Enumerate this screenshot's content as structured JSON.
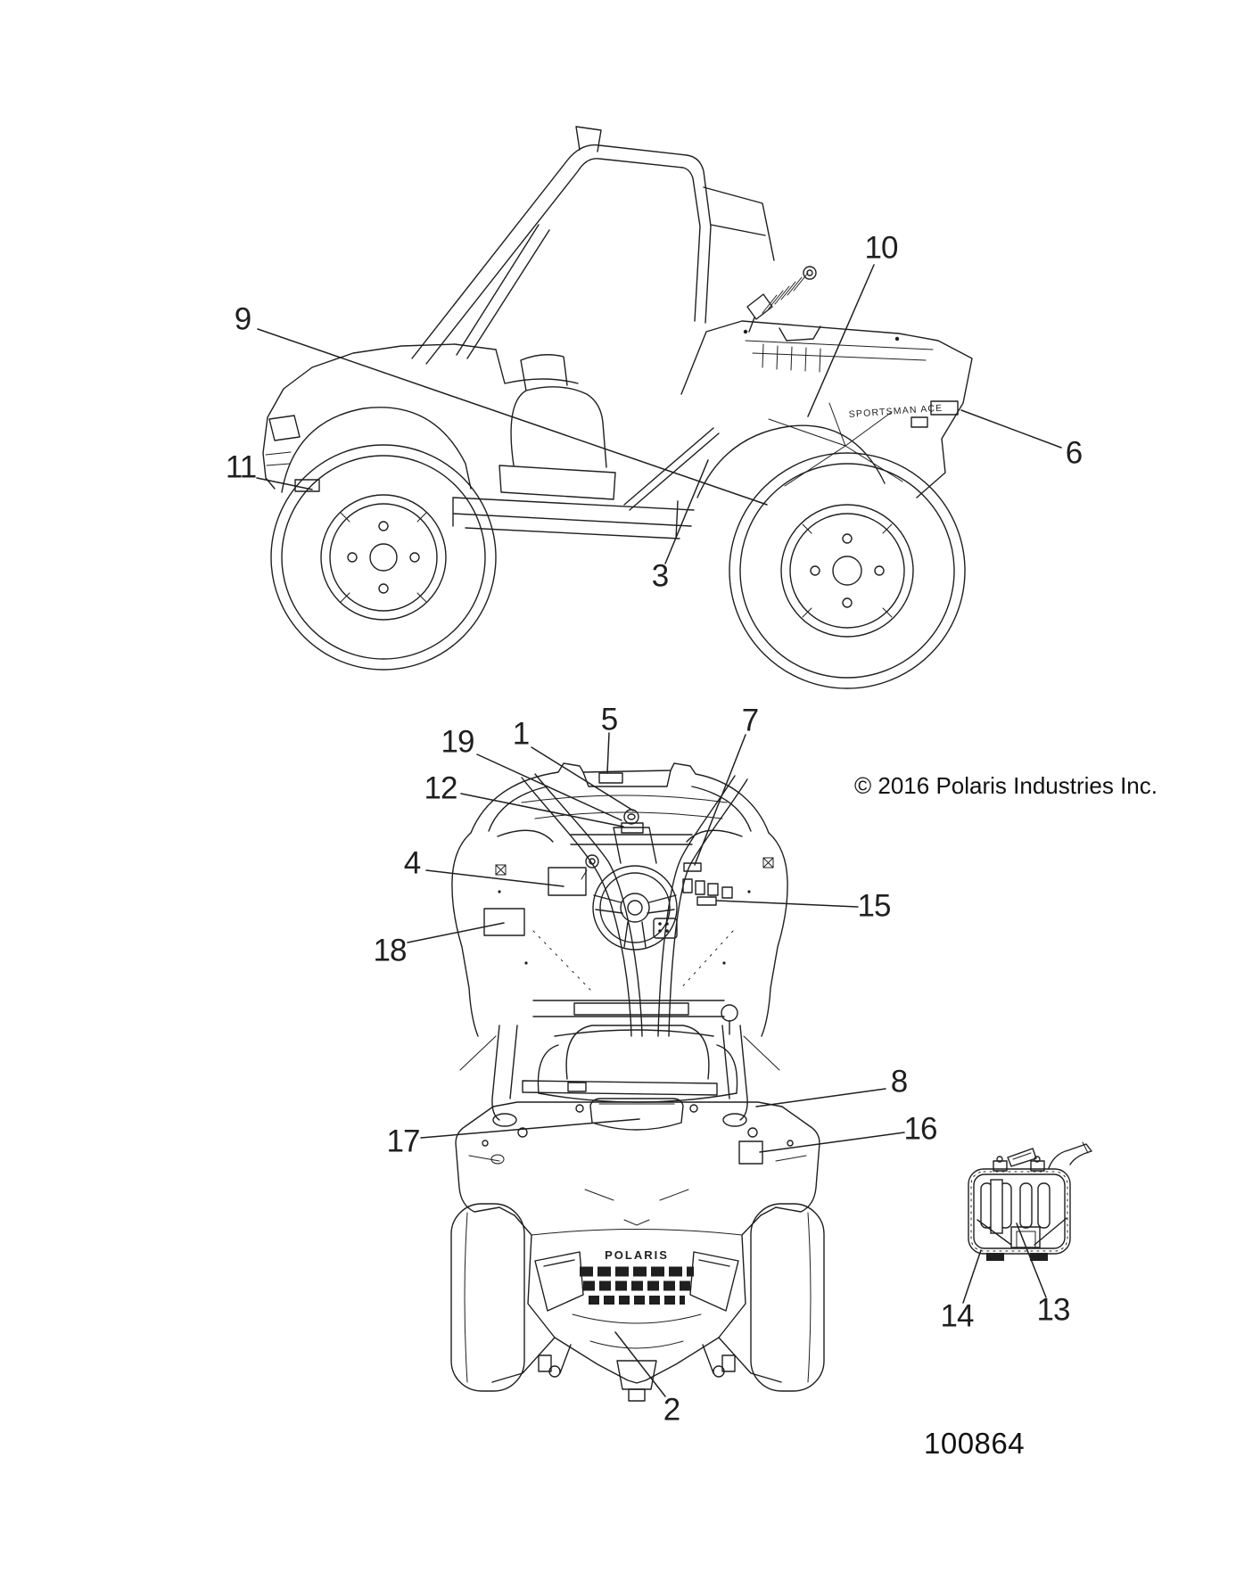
{
  "drawing": {
    "copyright": "© 2016 Polaris Industries Inc.",
    "drawing_number": "100864",
    "decals": {
      "side_panel_text": "SPORTSMAN ACE",
      "grille_text": "POLARIS"
    }
  },
  "callouts": [
    {
      "num": "1"
    },
    {
      "num": "2"
    },
    {
      "num": "3"
    },
    {
      "num": "4"
    },
    {
      "num": "5"
    },
    {
      "num": "6"
    },
    {
      "num": "7"
    },
    {
      "num": "8"
    },
    {
      "num": "9"
    },
    {
      "num": "10"
    },
    {
      "num": "11"
    },
    {
      "num": "12"
    },
    {
      "num": "13"
    },
    {
      "num": "14"
    },
    {
      "num": "15"
    },
    {
      "num": "16"
    },
    {
      "num": "17"
    },
    {
      "num": "18"
    },
    {
      "num": "19"
    }
  ]
}
